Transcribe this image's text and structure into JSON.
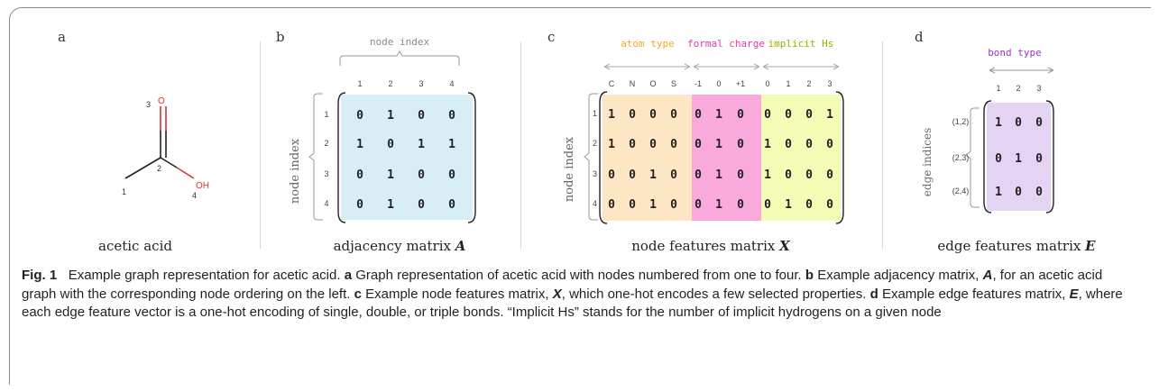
{
  "panels": {
    "a": {
      "letter": "a",
      "caption": "acetic acid",
      "atoms": {
        "n1": "1",
        "n2": "2",
        "n3": "3",
        "n4": "4",
        "O": "O",
        "OH": "OH"
      }
    },
    "b": {
      "letter": "b",
      "caption_text": "adjacency matrix",
      "caption_symbol": "A",
      "top_label": "node index",
      "side_label": "node index",
      "col_headers": [
        "1",
        "2",
        "3",
        "4"
      ],
      "row_headers": [
        "1",
        "2",
        "3",
        "4"
      ],
      "matrix": [
        [
          "0",
          "1",
          "0",
          "0"
        ],
        [
          "1",
          "0",
          "1",
          "1"
        ],
        [
          "0",
          "1",
          "0",
          "0"
        ],
        [
          "0",
          "1",
          "0",
          "0"
        ]
      ],
      "colors": {
        "fill": "#d7eef7"
      }
    },
    "c": {
      "letter": "c",
      "caption_text": "node features matrix",
      "caption_symbol": "X",
      "side_label": "node index",
      "groups": [
        {
          "label": "atom type",
          "color": "#f5a623",
          "fill": "#fde6c4"
        },
        {
          "label": "formal charge",
          "color": "#e040a8",
          "fill": "#f9a9dc"
        },
        {
          "label": "implicit Hs",
          "color": "#8ab700",
          "fill": "#f3fbb5"
        }
      ],
      "col_headers": [
        "C",
        "N",
        "O",
        "S",
        "-1",
        "0",
        "+1",
        "0",
        "1",
        "2",
        "3"
      ],
      "row_headers": [
        "1",
        "2",
        "3",
        "4"
      ],
      "matrix": [
        [
          "1",
          "0",
          "0",
          "0",
          "0",
          "1",
          "0",
          "0",
          "0",
          "0",
          "1"
        ],
        [
          "1",
          "0",
          "0",
          "0",
          "0",
          "1",
          "0",
          "1",
          "0",
          "0",
          "0"
        ],
        [
          "0",
          "0",
          "1",
          "0",
          "0",
          "1",
          "0",
          "1",
          "0",
          "0",
          "0"
        ],
        [
          "0",
          "0",
          "1",
          "0",
          "0",
          "1",
          "0",
          "0",
          "1",
          "0",
          "0"
        ]
      ]
    },
    "d": {
      "letter": "d",
      "caption_text": "edge features matrix",
      "caption_symbol": "E",
      "top_label": "bond type",
      "side_label": "edge indices",
      "col_headers": [
        "1",
        "2",
        "3"
      ],
      "row_headers": [
        "(1,2)",
        "(2,3)",
        "(2,4)"
      ],
      "matrix": [
        [
          "1",
          "0",
          "0"
        ],
        [
          "0",
          "1",
          "0"
        ],
        [
          "1",
          "0",
          "0"
        ]
      ],
      "colors": {
        "fill": "#e4d3f3",
        "label": "#9b35c9"
      }
    }
  },
  "caption": {
    "fig": "Fig. 1",
    "p1": "Example graph representation for acetic acid.",
    "a": "a",
    "p2": "Graph representation of acetic acid with nodes numbered from one to four.",
    "b": "b",
    "p3": "Example adjacency matrix,",
    "A": "A",
    "p4": ", for an acetic acid graph with the corresponding node ordering on the left.",
    "c": "c",
    "p5": "Example node features matrix,",
    "X": "X",
    "p6": ", which one-hot encodes a few selected properties.",
    "d": "d",
    "p7": "Example edge features matrix,",
    "E": "E",
    "p8": ", where each edge feature vector is a one-hot encoding of single, double, or triple bonds. “Implicit Hs” stands for the number of implicit hydrogens on a given node"
  }
}
